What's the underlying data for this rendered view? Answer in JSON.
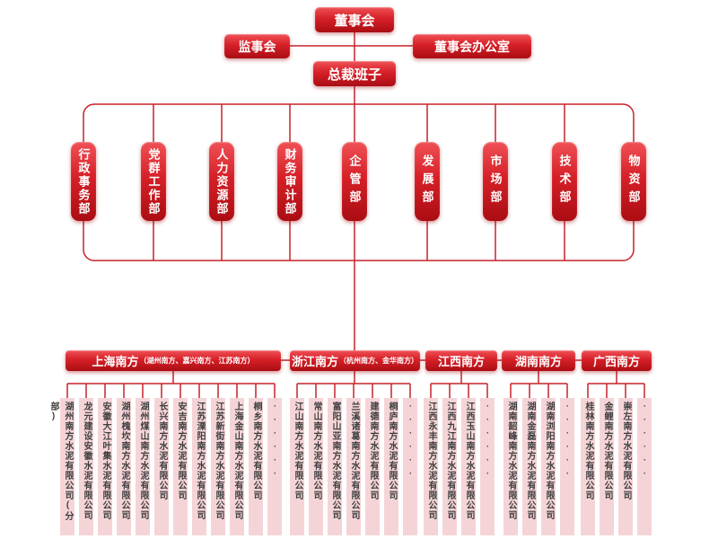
{
  "top_boxes": {
    "board": "董事会",
    "supervisory_board": "监事会",
    "board_office": "董事会办公室",
    "president_team": "总裁班子"
  },
  "departments": [
    "行政事务部",
    "党群工作部",
    "人力资源部",
    "财务审计部",
    "企管部",
    "发展部",
    "市场部",
    "技术部",
    "物资部"
  ],
  "regions": [
    {
      "name": "上海南方",
      "sub": "（湖州南方、嘉兴南方、江苏南方）",
      "companies": [
        "湖州南方水泥有限公司(分部)",
        "龙元建设安徽水泥有限公司",
        "安徽大江叶集水泥有限公司",
        "湖州槐坎南方水泥有限公司",
        "湖州煤山南方水泥有限公司",
        "长兴南方水泥有限公司",
        "安吉南方水泥有限公司",
        "江苏溧阳南方水泥有限公司",
        "江苏新街南方水泥有限公司",
        "上海金山南方水泥有限公司",
        "桐乡南方水泥有限公司",
        "······"
      ]
    },
    {
      "name": "浙江南方",
      "sub": "（杭州南方、金华南方）",
      "companies": [
        "江山南方水泥有限公司",
        "常山南方水泥有限公司",
        "富阳山亚南方水泥有限公司",
        "兰溪诸葛南方水泥有限公司",
        "建德南方水泥有限公司",
        "桐庐南方水泥有限公司",
        "······"
      ]
    },
    {
      "name": "江西南方",
      "sub": "",
      "companies": [
        "江西永丰南方水泥有限公司",
        "江西九江南方水泥有限公司",
        "江西玉山南方水泥有限公司",
        "······"
      ]
    },
    {
      "name": "湖南南方",
      "sub": "",
      "companies": [
        "湖南韶峰南方水泥有限公司",
        "湖南金磊南方水泥有限公司",
        "湖南浏阳南方水泥有限公司",
        "······"
      ]
    },
    {
      "name": "广西南方",
      "sub": "",
      "companies": [
        "桂林南方水泥有限公司",
        "金鲤南方水泥有限公司",
        "崇左南方水泥有限公司",
        "······"
      ]
    }
  ],
  "colors": {
    "box_red": "#d62028",
    "line_red": "#c5232b",
    "column_pink": "#f5d4d7",
    "column_text": "#3f3f3f"
  }
}
